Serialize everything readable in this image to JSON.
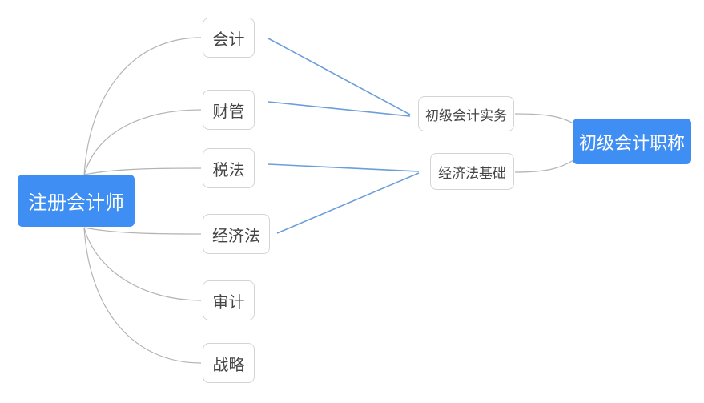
{
  "diagram": {
    "type": "mindmap",
    "root": {
      "label": "注册会计师"
    },
    "cpa_subjects": [
      {
        "label": "会计"
      },
      {
        "label": "财管"
      },
      {
        "label": "税法"
      },
      {
        "label": "经济法"
      },
      {
        "label": "审计"
      },
      {
        "label": "战略"
      }
    ],
    "junior_subjects": [
      {
        "label": "初级会计实务"
      },
      {
        "label": "经济法基础"
      }
    ],
    "junior_root": {
      "label": "初级会计职称"
    },
    "edges": [
      {
        "from": "注册会计师",
        "to": "会计",
        "style": "tree-gray"
      },
      {
        "from": "注册会计师",
        "to": "财管",
        "style": "tree-gray"
      },
      {
        "from": "注册会计师",
        "to": "税法",
        "style": "tree-gray"
      },
      {
        "from": "注册会计师",
        "to": "经济法",
        "style": "tree-gray"
      },
      {
        "from": "注册会计师",
        "to": "审计",
        "style": "tree-gray"
      },
      {
        "from": "注册会计师",
        "to": "战略",
        "style": "tree-gray"
      },
      {
        "from": "会计",
        "to": "初级会计实务",
        "style": "association-blue"
      },
      {
        "from": "财管",
        "to": "初级会计实务",
        "style": "association-blue"
      },
      {
        "from": "税法",
        "to": "经济法基础",
        "style": "association-blue"
      },
      {
        "from": "经济法",
        "to": "经济法基础",
        "style": "association-blue"
      },
      {
        "from": "初级会计实务",
        "to": "初级会计职称",
        "style": "tree-gray"
      },
      {
        "from": "经济法基础",
        "to": "初级会计职称",
        "style": "tree-gray"
      }
    ],
    "colors": {
      "primary_node_bg": "#3e8ef4",
      "primary_node_text": "#ffffff",
      "child_node_bg": "#ffffff",
      "child_node_border": "#d4d4d4",
      "child_node_text": "#454545",
      "link_gray": "#b3b3b3",
      "link_blue": "#6c9ed9"
    }
  }
}
